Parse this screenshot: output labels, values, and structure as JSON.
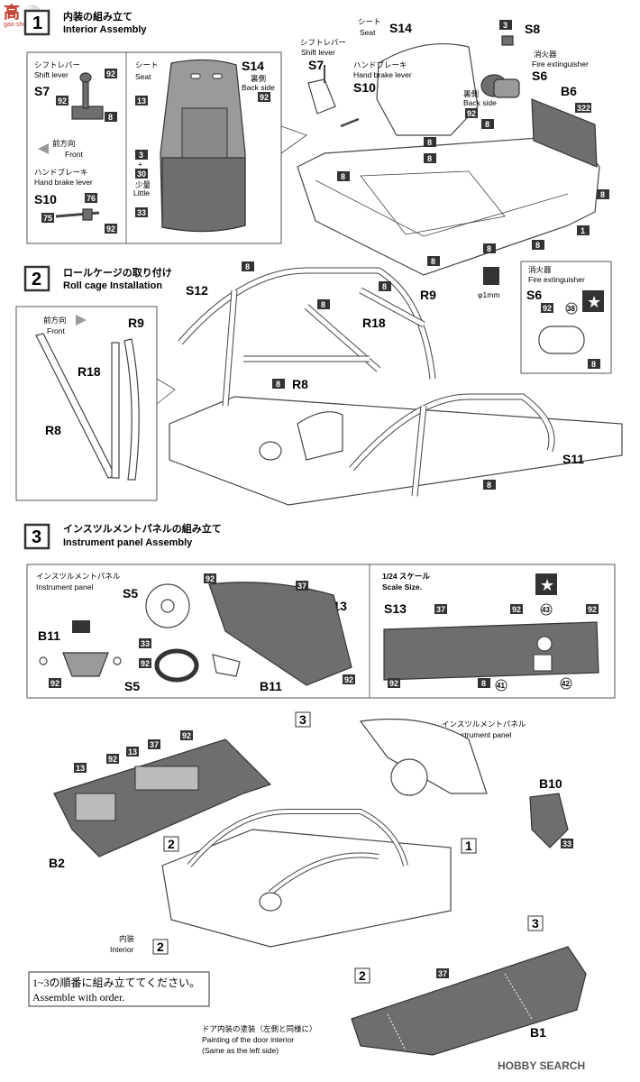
{
  "watermark_top": {
    "text": "高",
    "sub": "gao-shou.com"
  },
  "watermark_bottom": "HOBBY SEARCH",
  "step1": {
    "num": "1",
    "title_jp": "内装の組み立て",
    "title_en": "Interior Assembly",
    "shift_lever": {
      "jp": "シフトレバー",
      "en": "Shift lever",
      "part": "S7"
    },
    "seat": {
      "jp": "シート",
      "en": "Seat",
      "part": "S14",
      "back_jp": "裏側",
      "back_en": "Back side"
    },
    "front": {
      "jp": "前方向",
      "en": "Front"
    },
    "hand_brake": {
      "jp": "ハンドブレーキ",
      "en": "Hand brake lever",
      "part": "S10"
    },
    "little": {
      "jp": "少量",
      "en": "Little"
    },
    "fire_ext": {
      "jp": "消火器",
      "en": "Fire extinguisher",
      "part": "S6"
    },
    "s8": "S8",
    "b6": "B6",
    "one": "1",
    "drill": "φ1mm",
    "colors": [
      "92",
      "92",
      "8",
      "13",
      "3",
      "30",
      "33",
      "76",
      "75",
      "92",
      "8",
      "8",
      "8",
      "8",
      "8",
      "8",
      "92",
      "322",
      "8",
      "3",
      "8",
      "92",
      "38",
      "8"
    ]
  },
  "step2": {
    "num": "2",
    "title_jp": "ロールケージの取り付け",
    "title_en": "Roll cage Installation",
    "parts": [
      "S12",
      "R9",
      "R18",
      "R8",
      "S11"
    ],
    "front": {
      "jp": "前方向",
      "en": "Front"
    },
    "side_parts": [
      "R9",
      "R18",
      "R8"
    ],
    "colors": [
      "8",
      "8",
      "8",
      "8",
      "8"
    ]
  },
  "step3": {
    "num": "3",
    "title_jp": "インスツルメントパネルの組み立て",
    "title_en": "Instrument panel Assembly",
    "ip": {
      "jp": "インスツルメントパネル",
      "en": "Instrument panel"
    },
    "parts": [
      "S5",
      "S13",
      "B11",
      "S5",
      "B11"
    ],
    "colors": [
      "92",
      "37",
      "33",
      "92",
      "92",
      "92"
    ],
    "scale": {
      "jp": "1/24 スケール",
      "en": "Scale Size.",
      "part": "S13"
    },
    "scale_colors": [
      "37",
      "92",
      "43",
      "92",
      "92",
      "8",
      "41",
      "42"
    ]
  },
  "final": {
    "ip": {
      "jp": "インスツルメントパネル",
      "en": "Instrument panel"
    },
    "b10": "B10",
    "b2": "B2",
    "b1": "B1",
    "interior": {
      "jp": "内装",
      "en": "Interior",
      "step": "2"
    },
    "order": {
      "jp": "1~3の順番に組み立ててください。",
      "en": "Assemble with order."
    },
    "door": {
      "jp": "ドア内装の塗装（左側と同様に）",
      "en1": "Painting of the door interior",
      "en2": "(Same as the left side)"
    },
    "refs": [
      "3",
      "2",
      "1",
      "3",
      "2"
    ],
    "colors": [
      "13",
      "92",
      "13",
      "37",
      "92",
      "33",
      "37"
    ]
  }
}
